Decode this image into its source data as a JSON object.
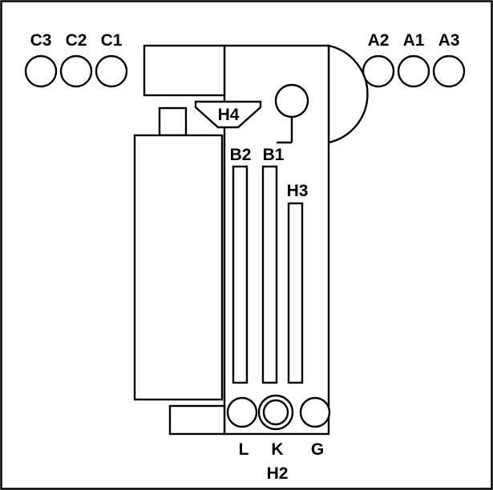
{
  "labels": {
    "c3": "C3",
    "c2": "C2",
    "c1": "C1",
    "a2": "A2",
    "a1": "A1",
    "a3": "A3",
    "h4": "H4",
    "b2": "B2",
    "b1": "B1",
    "h3": "H3",
    "l": "L",
    "k": "K",
    "g": "G",
    "h2": "H2"
  },
  "colors": {
    "stroke": "#000000",
    "background": "#ffffff"
  }
}
